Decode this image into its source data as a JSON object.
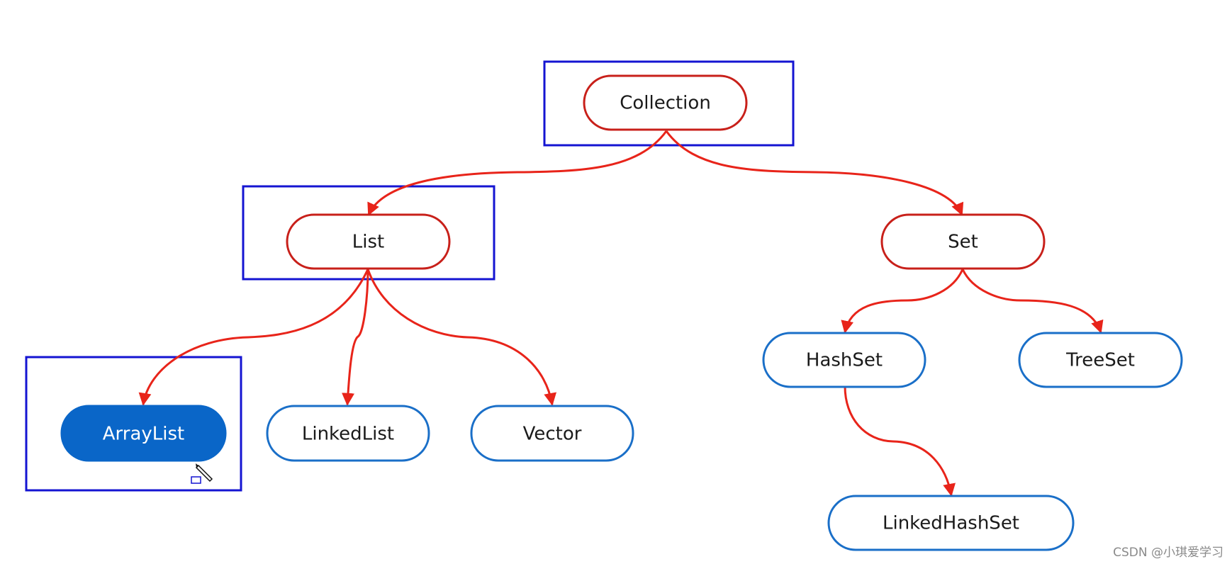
{
  "nodes": {
    "collection": {
      "label": "Collection"
    },
    "list": {
      "label": "List"
    },
    "set": {
      "label": "Set"
    },
    "arraylist": {
      "label": "ArrayList"
    },
    "linkedlist": {
      "label": "LinkedList"
    },
    "vector": {
      "label": "Vector"
    },
    "hashset": {
      "label": "HashSet"
    },
    "treeset": {
      "label": "TreeSet"
    },
    "linkedhashset": {
      "label": "LinkedHashSet"
    }
  },
  "watermark": "CSDN @小琪爱学习",
  "colors": {
    "interface_stroke": "#c8201a",
    "class_stroke": "#1a6fc8",
    "selected_fill": "#0a66c8",
    "arrow": "#e8241a",
    "highlight_box": "#1414d2"
  }
}
